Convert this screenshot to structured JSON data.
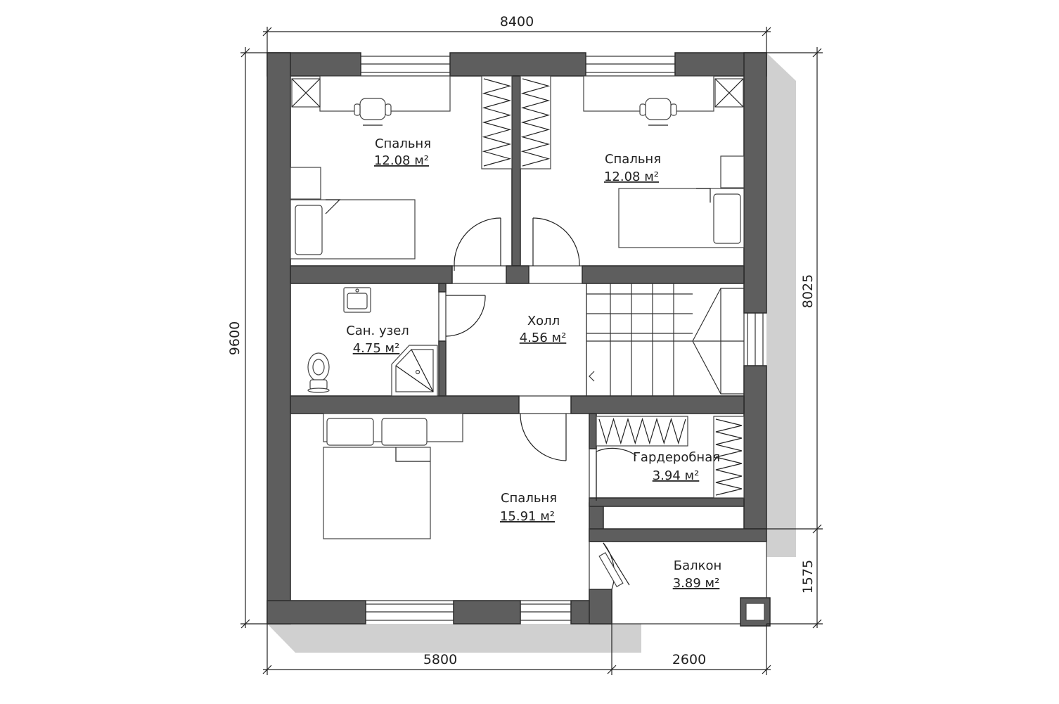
{
  "dimensions": {
    "top_width": "8400",
    "left_height": "9600",
    "right_upper": "8025",
    "right_lower": "1575",
    "bottom_left": "5800",
    "bottom_right": "2600"
  },
  "rooms": [
    {
      "name": "Спальня",
      "area": "12.08 м²"
    },
    {
      "name": "Спальня",
      "area": "12.08 м²"
    },
    {
      "name": "Холл",
      "area": "4.56 м²"
    },
    {
      "name": "Сан. узел",
      "area": "4.75 м²"
    },
    {
      "name": "Гардеробная",
      "area": "3.94 м²"
    },
    {
      "name": "Спальня",
      "area": "15.91 м²"
    },
    {
      "name": "Балкон",
      "area": "3.89 м²"
    }
  ],
  "colors": {
    "wall": "#5e5e5e",
    "shadow": "#d0d0d0",
    "line": "#222222"
  }
}
